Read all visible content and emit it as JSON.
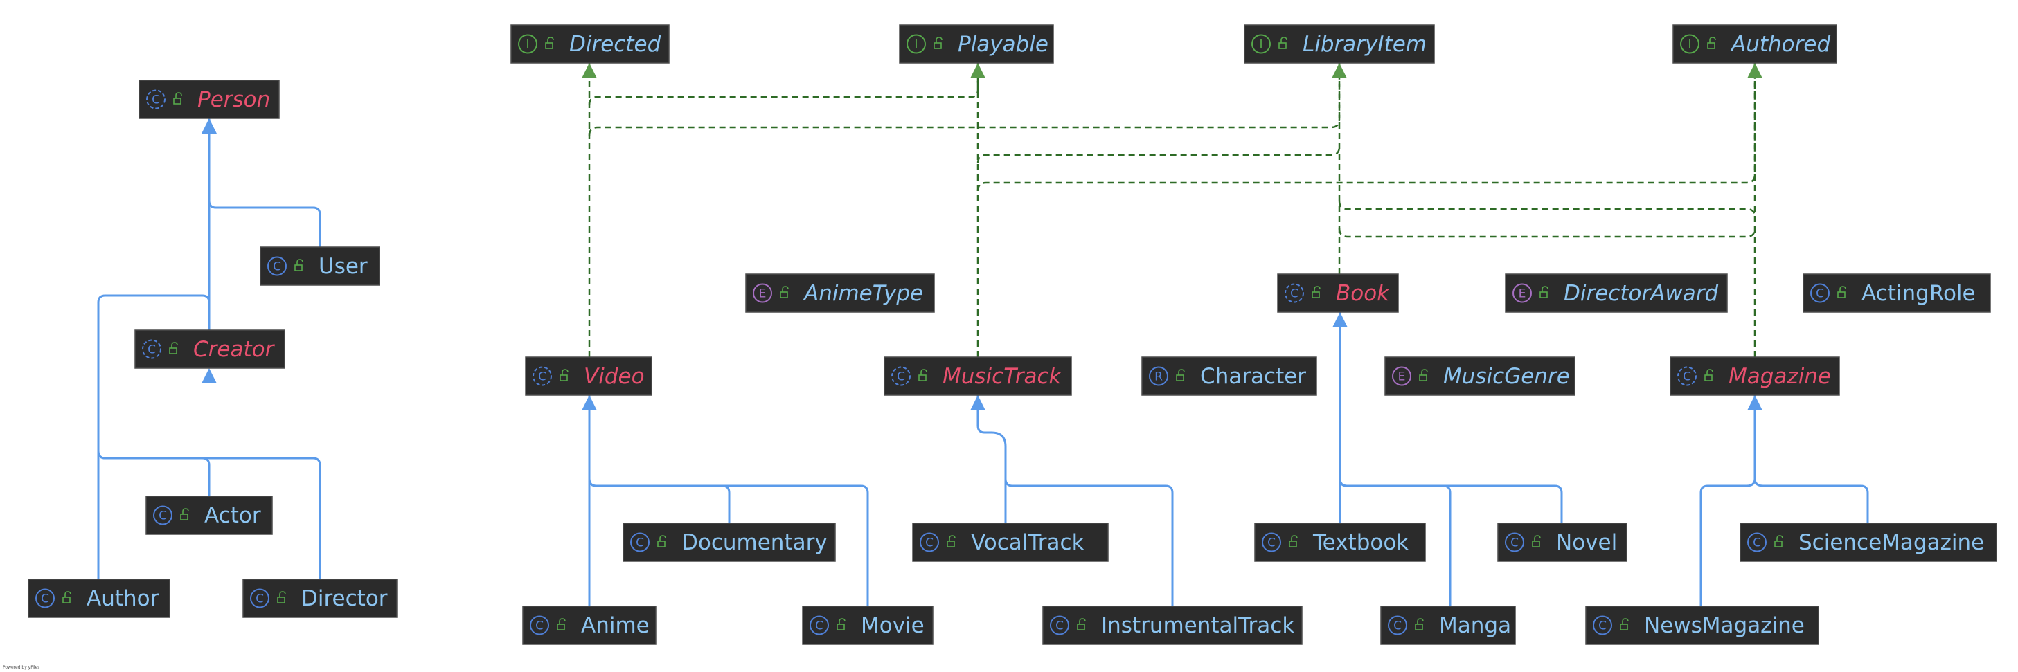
{
  "colors": {
    "node_bg": "#2b2b2b",
    "concrete_text": "#8cc4f0",
    "abstract_text": "#e8506e",
    "interface_text": "#8cc4f0",
    "class_icon": "#4f7fd6",
    "interface_icon": "#56a84a",
    "enum_icon": "#a66fc2",
    "record_icon": "#4f7fd6",
    "lock_icon": "#56a84a",
    "extends_edge": "#5b9bea",
    "implements_edge": "#2e6b26",
    "implements_arrow": "#5a9a4a"
  },
  "nodes": [
    {
      "id": "Person",
      "label": "Person",
      "kind": "class",
      "abstract": true
    },
    {
      "id": "User",
      "label": "User",
      "kind": "class",
      "abstract": false
    },
    {
      "id": "Creator",
      "label": "Creator",
      "kind": "class",
      "abstract": true
    },
    {
      "id": "Actor",
      "label": "Actor",
      "kind": "class",
      "abstract": false
    },
    {
      "id": "Author",
      "label": "Author",
      "kind": "class",
      "abstract": false
    },
    {
      "id": "Director",
      "label": "Director",
      "kind": "class",
      "abstract": false
    },
    {
      "id": "Directed",
      "label": "Directed",
      "kind": "interface",
      "abstract": true
    },
    {
      "id": "Playable",
      "label": "Playable",
      "kind": "interface",
      "abstract": true
    },
    {
      "id": "LibraryItem",
      "label": "LibraryItem",
      "kind": "interface",
      "abstract": true
    },
    {
      "id": "Authored",
      "label": "Authored",
      "kind": "interface",
      "abstract": true
    },
    {
      "id": "AnimeType",
      "label": "AnimeType",
      "kind": "enum",
      "abstract": true
    },
    {
      "id": "Book",
      "label": "Book",
      "kind": "class",
      "abstract": true
    },
    {
      "id": "DirectorAward",
      "label": "DirectorAward",
      "kind": "enum",
      "abstract": true
    },
    {
      "id": "ActingRole",
      "label": "ActingRole",
      "kind": "class",
      "abstract": false
    },
    {
      "id": "Video",
      "label": "Video",
      "kind": "class",
      "abstract": true
    },
    {
      "id": "MusicTrack",
      "label": "MusicTrack",
      "kind": "class",
      "abstract": true
    },
    {
      "id": "Character",
      "label": "Character",
      "kind": "record",
      "abstract": false
    },
    {
      "id": "MusicGenre",
      "label": "MusicGenre",
      "kind": "enum",
      "abstract": true
    },
    {
      "id": "Magazine",
      "label": "Magazine",
      "kind": "class",
      "abstract": true
    },
    {
      "id": "Documentary",
      "label": "Documentary",
      "kind": "class",
      "abstract": false
    },
    {
      "id": "VocalTrack",
      "label": "VocalTrack",
      "kind": "class",
      "abstract": false
    },
    {
      "id": "Textbook",
      "label": "Textbook",
      "kind": "class",
      "abstract": false
    },
    {
      "id": "Novel",
      "label": "Novel",
      "kind": "class",
      "abstract": false
    },
    {
      "id": "ScienceMagazine",
      "label": "ScienceMagazine",
      "kind": "class",
      "abstract": false
    },
    {
      "id": "Anime",
      "label": "Anime",
      "kind": "class",
      "abstract": false
    },
    {
      "id": "Movie",
      "label": "Movie",
      "kind": "class",
      "abstract": false
    },
    {
      "id": "InstrumentalTrack",
      "label": "InstrumentalTrack",
      "kind": "class",
      "abstract": false
    },
    {
      "id": "Manga",
      "label": "Manga",
      "kind": "class",
      "abstract": false
    },
    {
      "id": "NewsMagazine",
      "label": "NewsMagazine",
      "kind": "class",
      "abstract": false
    }
  ],
  "edges": [
    {
      "from": "User",
      "to": "Person",
      "type": "extends"
    },
    {
      "from": "Creator",
      "to": "Person",
      "type": "extends"
    },
    {
      "from": "Actor",
      "to": "Creator",
      "type": "extends"
    },
    {
      "from": "Author",
      "to": "Creator",
      "type": "extends"
    },
    {
      "from": "Director",
      "to": "Creator",
      "type": "extends"
    },
    {
      "from": "Anime",
      "to": "Video",
      "type": "extends"
    },
    {
      "from": "Documentary",
      "to": "Video",
      "type": "extends"
    },
    {
      "from": "Movie",
      "to": "Video",
      "type": "extends"
    },
    {
      "from": "VocalTrack",
      "to": "MusicTrack",
      "type": "extends"
    },
    {
      "from": "InstrumentalTrack",
      "to": "MusicTrack",
      "type": "extends"
    },
    {
      "from": "Textbook",
      "to": "Book",
      "type": "extends"
    },
    {
      "from": "Manga",
      "to": "Book",
      "type": "extends"
    },
    {
      "from": "Novel",
      "to": "Book",
      "type": "extends"
    },
    {
      "from": "NewsMagazine",
      "to": "Magazine",
      "type": "extends"
    },
    {
      "from": "ScienceMagazine",
      "to": "Magazine",
      "type": "extends"
    },
    {
      "from": "Video",
      "to": "Directed",
      "type": "implements"
    },
    {
      "from": "Video",
      "to": "Playable",
      "type": "implements"
    },
    {
      "from": "Video",
      "to": "LibraryItem",
      "type": "implements"
    },
    {
      "from": "MusicTrack",
      "to": "Playable",
      "type": "implements"
    },
    {
      "from": "MusicTrack",
      "to": "LibraryItem",
      "type": "implements"
    },
    {
      "from": "MusicTrack",
      "to": "Authored",
      "type": "implements"
    },
    {
      "from": "Book",
      "to": "LibraryItem",
      "type": "implements"
    },
    {
      "from": "Book",
      "to": "Authored",
      "type": "implements"
    },
    {
      "from": "Magazine",
      "to": "Authored",
      "type": "implements"
    },
    {
      "from": "Magazine",
      "to": "LibraryItem",
      "type": "implements"
    }
  ],
  "watermark": "Powered by yFiles"
}
